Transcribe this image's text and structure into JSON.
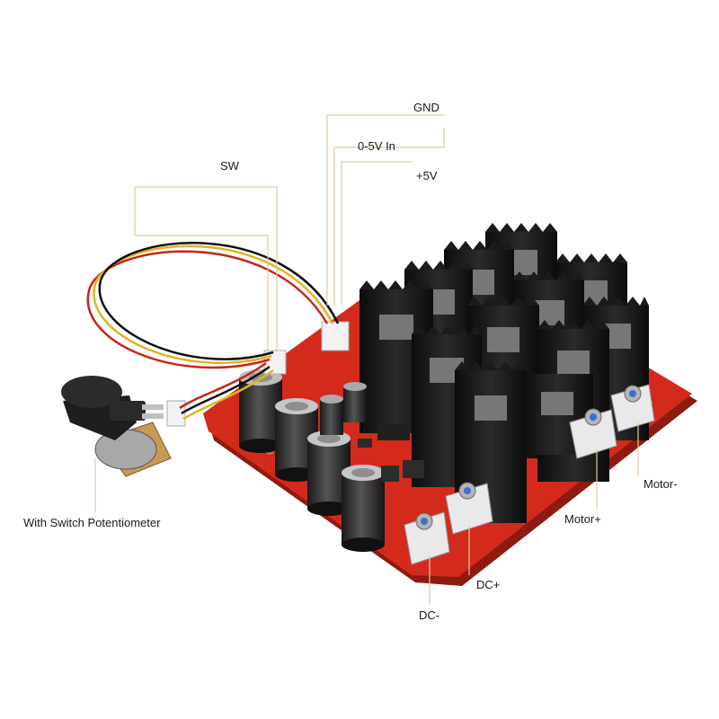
{
  "labels": {
    "gnd": "GND",
    "in_0_5v": "0-5V In",
    "plus_5v": "+5V",
    "sw": "SW",
    "potentiometer": "With Switch Potentiometer",
    "motor_minus": "Motor-",
    "motor_plus": "Motor+",
    "dc_plus": "DC+",
    "dc_minus": "DC-"
  },
  "colors": {
    "pcb": "#d42a1c",
    "pcb_edge": "#8e1a10",
    "heatsink": "#1b1b1b",
    "capacitor": "#2f2f2f",
    "terminal": "#e9e9e9",
    "knob": "#1e1e1e",
    "leader_line": "#e6c9a3",
    "wire_red": "#c8241c",
    "wire_yellow": "#e0b51e",
    "wire_black": "#111111"
  }
}
